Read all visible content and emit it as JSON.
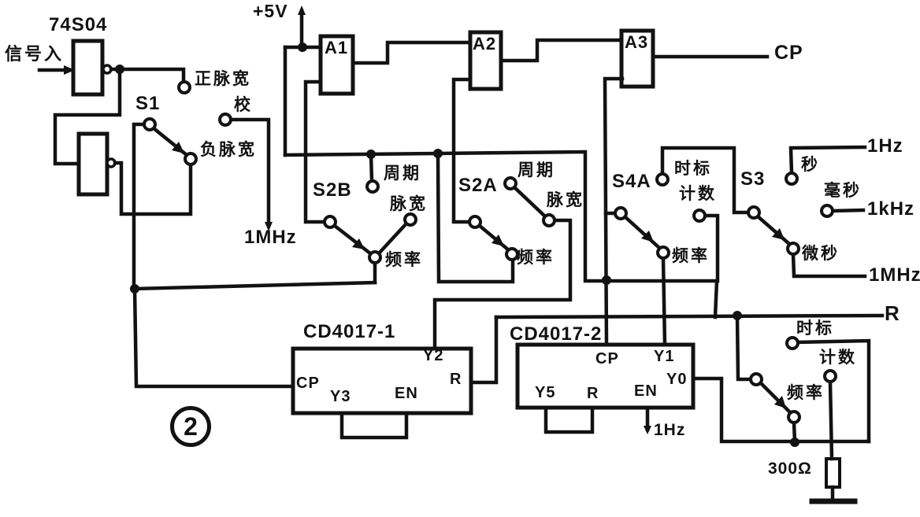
{
  "figure_label": "2",
  "power_rail": "+5V",
  "ics": {
    "inverter": "74S04",
    "gate1": "A1",
    "gate2": "A2",
    "gate3": "A3",
    "counter1": "CD4017-1",
    "counter2": "CD4017-2"
  },
  "switch_names": {
    "s1": "S1",
    "s2b": "S2B",
    "s2a": "S2A",
    "s4a": "S4A",
    "s3": "S3"
  },
  "cn": {
    "signal_in": "信号入",
    "pos_pulse_width": "正脉宽",
    "neg_pulse_width": "负脉宽",
    "calibrate": "校",
    "period": "周期",
    "pulse_width": "脉宽",
    "frequency": "频率",
    "time_mark": "时标",
    "count": "计数",
    "second": "秒",
    "millisecond": "毫秒",
    "microsecond": "微秒"
  },
  "signals": {
    "cp_out": "CP",
    "reset_bus": "R",
    "cal_freq": "1MHz",
    "hz1": "1Hz",
    "khz1": "1kHz",
    "mhz1": "1MHz",
    "en2_clock": "1Hz"
  },
  "pins": {
    "cp": "CP",
    "y0": "Y0",
    "y1": "Y1",
    "y2": "Y2",
    "y3": "Y3",
    "y5": "Y5",
    "en": "EN",
    "r": "R"
  },
  "resistor_value": "300Ω"
}
